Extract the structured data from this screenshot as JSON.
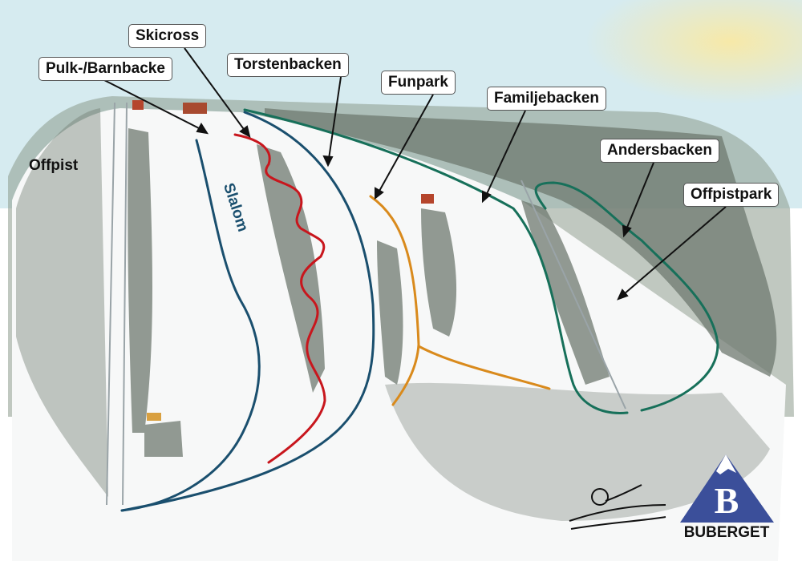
{
  "labels": {
    "skicross": "Skicross",
    "pulk": "Pulk-/Barnbacke",
    "torstenbacken": "Torstenbacken",
    "funpark": "Funpark",
    "familjebacken": "Familjebacken",
    "andersbacken": "Andersbacken",
    "offpistpark": "Offpistpark",
    "offpist": "Offpist",
    "slalom": "Slalom"
  },
  "logo": {
    "text": "BUBERGET",
    "letter": "B",
    "color": "#3b4f9a"
  },
  "colors": {
    "slalom": "#1a4f6e",
    "skicross": "#c8161d",
    "funpark": "#d98a1c",
    "familjebacken": "#17705a",
    "sky": "#d6ebf0",
    "sun": "#f5e6a0"
  }
}
